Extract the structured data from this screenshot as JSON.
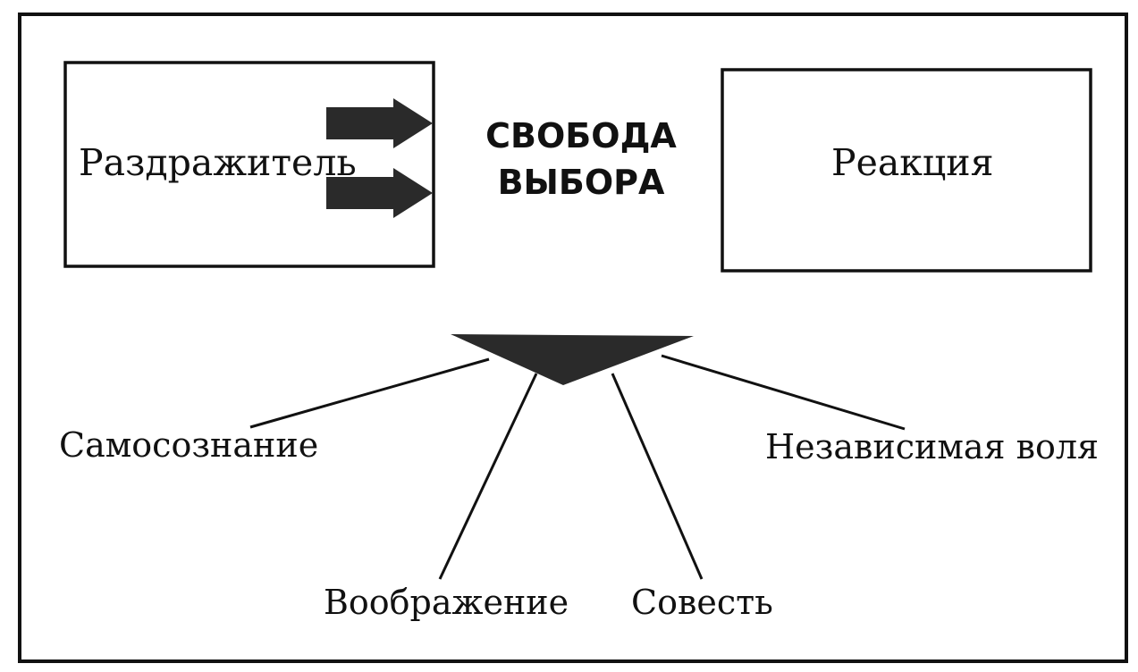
{
  "diagram": {
    "stimulus_label": "Раздражитель",
    "response_label": "Реакция",
    "center_title_line1": "СВОБОДА",
    "center_title_line2": "ВЫБОРА",
    "factors": [
      {
        "label": "Самосознание"
      },
      {
        "label": "Воображение"
      },
      {
        "label": "Совесть"
      },
      {
        "label": "Независимая воля"
      }
    ],
    "colors": {
      "ink": "#111111",
      "fill": "#2a2a2a",
      "background": "#ffffff"
    }
  }
}
